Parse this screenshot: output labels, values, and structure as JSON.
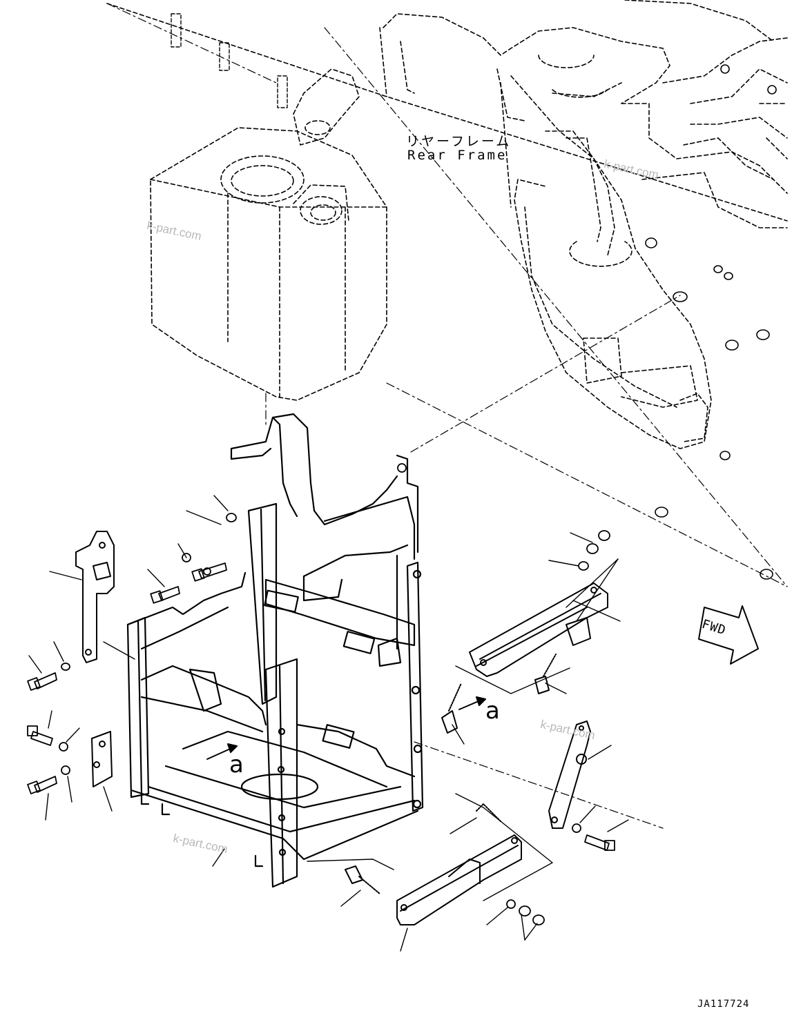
{
  "labels": {
    "rear_frame_jp": "リヤーフレーム",
    "rear_frame_en": "Rear Frame",
    "forward_marker": "FWD",
    "view_arrow_a": "a",
    "drawing_number": "JA117724"
  },
  "watermarks": [
    "k-part.com",
    "k-part.com",
    "k-part.com",
    "k-part.com"
  ],
  "colors": {
    "line": "#000000",
    "watermark": "#b8b8b8",
    "background": "#ffffff"
  }
}
